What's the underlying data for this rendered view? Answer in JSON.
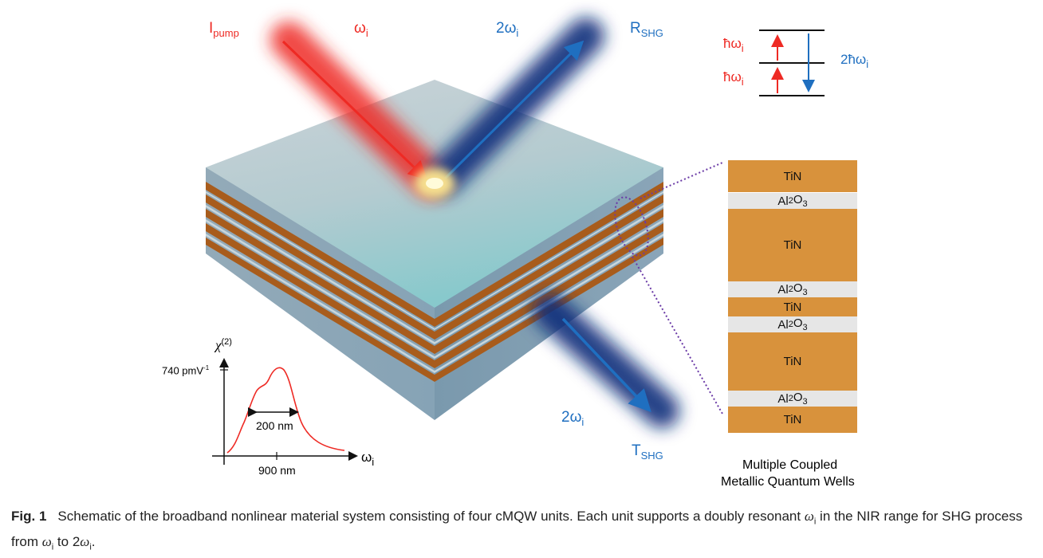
{
  "beams": {
    "pump": {
      "main": "I",
      "sub": "pump"
    },
    "incident": {
      "main": "ω",
      "sub": "i"
    },
    "reflected_freq": {
      "main": "2ω",
      "sub": "i"
    },
    "reflected": {
      "main": "R",
      "sub": "SHG"
    },
    "transmitted_freq": {
      "main": "2ω",
      "sub": "i"
    },
    "transmitted": {
      "main": "T",
      "sub": "SHG"
    }
  },
  "energy_diagram": {
    "photon_upper": {
      "main": "ħω",
      "sub": "i"
    },
    "photon_lower": {
      "main": "ħω",
      "sub": "i"
    },
    "emission": {
      "main": "2ħω",
      "sub": "i"
    }
  },
  "susceptibility_plot": {
    "ylabel_main": "χ",
    "ylabel_sup": "(2)",
    "peak_value": "740 pmV",
    "peak_value_sup": "-1",
    "fwhm_label": "200 nm",
    "xtick_label": "900 nm",
    "xlabel_main": "ω",
    "xlabel_sub": "i"
  },
  "layer_stack": {
    "layers": [
      {
        "name": "TiN",
        "sub": "",
        "tail": "",
        "kind": "tin"
      },
      {
        "name": "Al",
        "sub": "2",
        "tail": "O3",
        "kind": "alo"
      },
      {
        "name": "TiN",
        "sub": "",
        "tail": "",
        "kind": "tin"
      },
      {
        "name": "Al",
        "sub": "2",
        "tail": "O3",
        "kind": "alo"
      },
      {
        "name": "TiN",
        "sub": "",
        "tail": "",
        "kind": "tin"
      },
      {
        "name": "Al",
        "sub": "2",
        "tail": "O3",
        "kind": "alo"
      },
      {
        "name": "TiN",
        "sub": "",
        "tail": "",
        "kind": "tin"
      },
      {
        "name": "Al",
        "sub": "2",
        "tail": "O3",
        "kind": "alo"
      },
      {
        "name": "TiN",
        "sub": "",
        "tail": "",
        "kind": "tin"
      }
    ],
    "title_line1": "Multiple Coupled",
    "title_line2": "Metallic Quantum Wells"
  },
  "caption": {
    "label": "Fig. 1",
    "text_1": "Schematic of the broadband nonlinear material system consisting of four cMQW units. Each unit supports a doubly resonant ",
    "sym_omega": "ω",
    "sym_sub": "i",
    "text_2": " in the NIR range for SHG process from ",
    "sym2_omega": "ω",
    "sym2_sub": "i",
    "text_3": " to 2",
    "sym3_omega": "ω",
    "sym3_sub": "i",
    "text_4": "."
  },
  "colors": {
    "pump": "#ee2a24",
    "shg": "#1f6fc0",
    "tin": "#d8923c",
    "alumina": "#e6e6e6",
    "slab_top": "#b9cdd3"
  }
}
